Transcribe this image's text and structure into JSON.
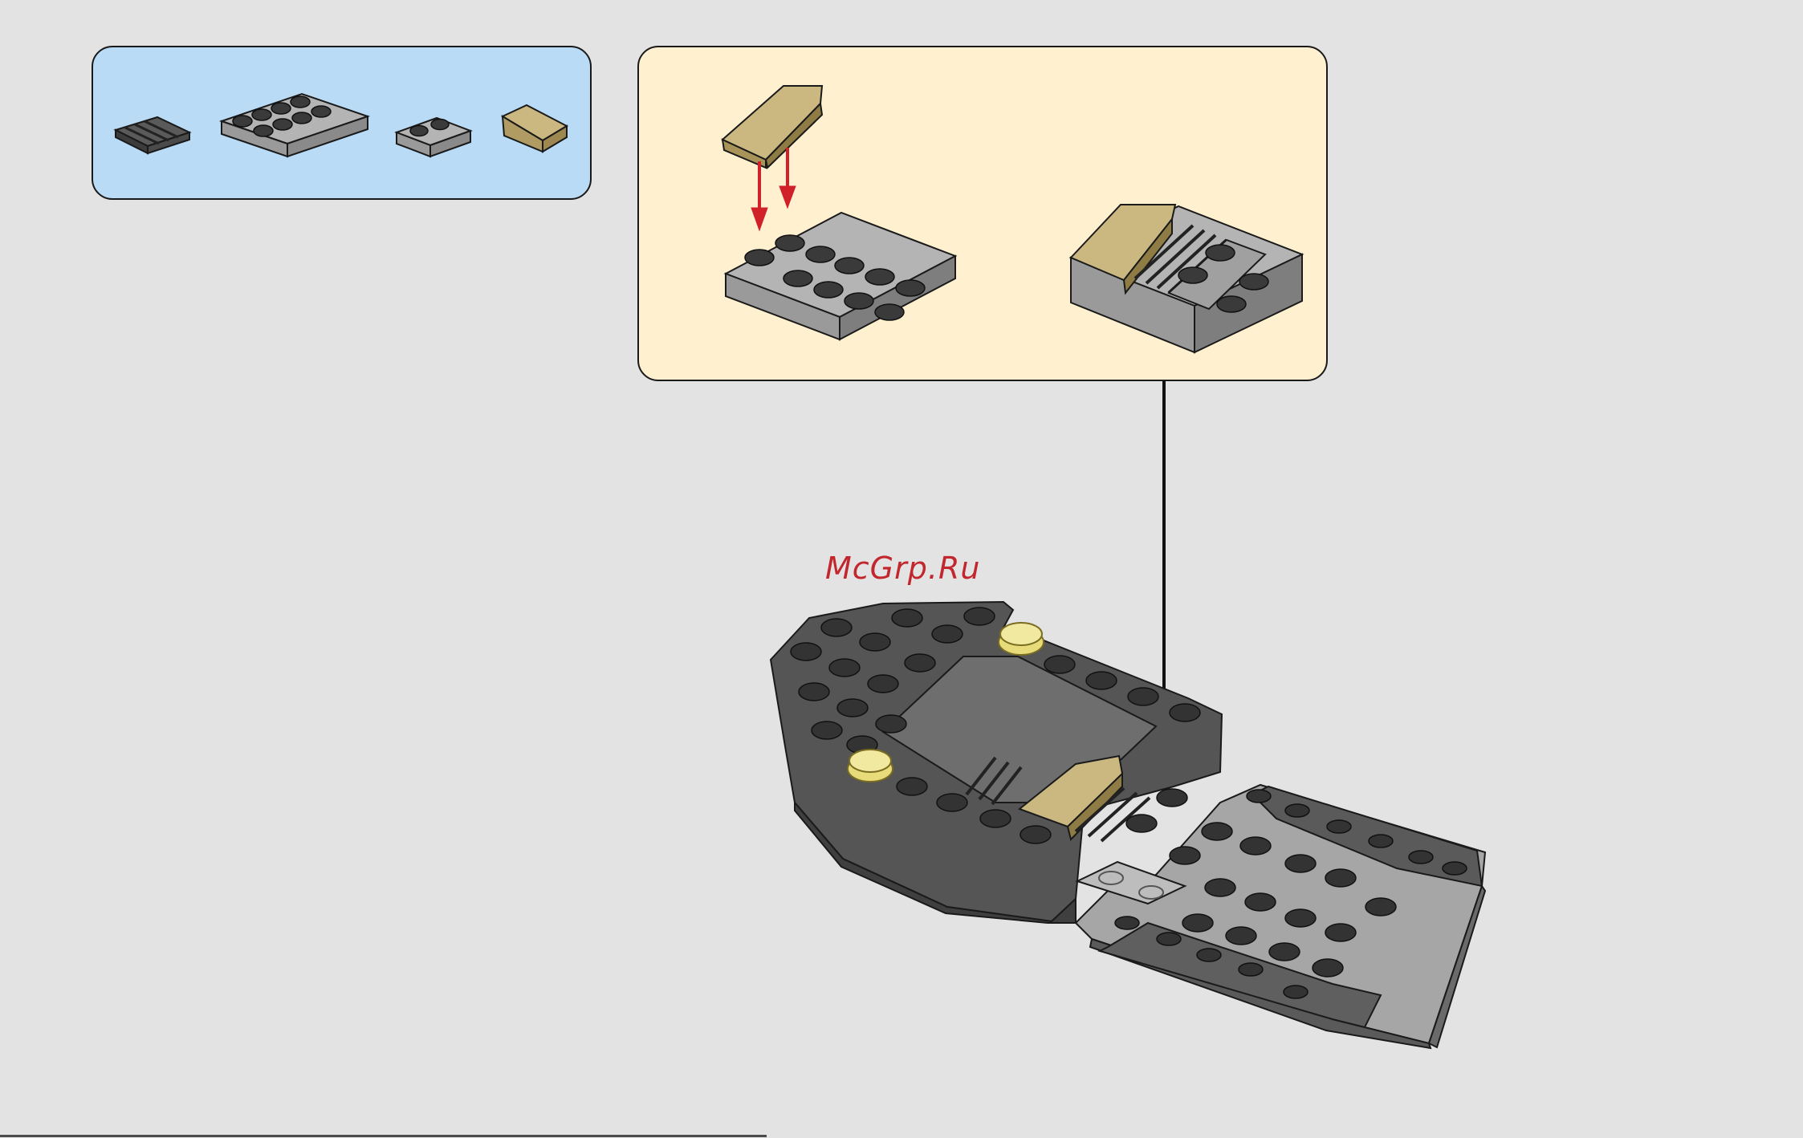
{
  "watermark": {
    "text": "McGrp.Ru"
  },
  "parts_list": {
    "items": [
      {
        "name": "dark-gray-grille-tile"
      },
      {
        "name": "gray-plate-2x4"
      },
      {
        "name": "gray-plate-1x2"
      },
      {
        "name": "tan-slope-tile"
      }
    ]
  },
  "colors": {
    "page_background": "#e3e3e3",
    "parts_panel": "#b9dbf5",
    "sub_assembly_panel": "#fff0cf",
    "light_gray_brick": "#a8a8a8",
    "dark_gray_brick": "#4f4f4f",
    "tan_brick": "#c9b67d",
    "trans_yellow": "#e8dc7a",
    "arrow_red": "#d0202a"
  }
}
